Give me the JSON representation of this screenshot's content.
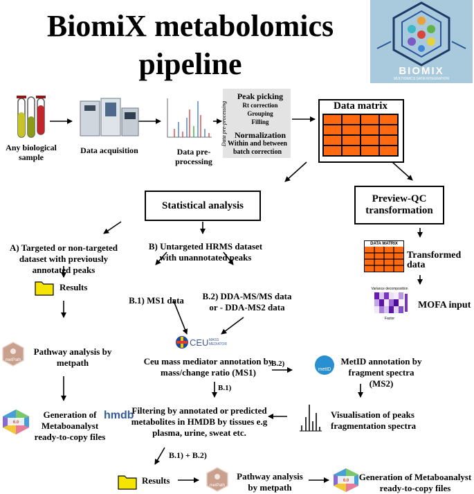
{
  "title_line1": "BiomiX metabolomics",
  "title_line2": "pipeline",
  "logo": {
    "main": "BIOMIX",
    "sub": "MULTIOMICS DATA INTEGRATION"
  },
  "steps": {
    "sample": "Any biological sample",
    "acquisition": "Data acquisition",
    "preprocessing": "Data pre-processing",
    "preproc_side": "Data pre-processing",
    "peak_picking": "Peak picking",
    "rt_correction": "Rt correction",
    "grouping": "Grouping",
    "filling": "Filling",
    "normalization": "Normalization",
    "within_between": "Within and between",
    "batch_correction": "batch correction",
    "data_matrix": "Data matrix"
  },
  "boxes": {
    "statistical": "Statistical analysis",
    "preview_qc": "Preview-QC transformation"
  },
  "right_branch": {
    "matrix_label": "DATA MATRIX",
    "transformed": "Transformed data",
    "mofa": "MOFA input",
    "heatmap_title": "Variance decomposition",
    "heatmap_xlabel": "Factor"
  },
  "branch_a": {
    "title": "A) Targeted or non-targeted dataset with previously annotated peaks",
    "results": "Results",
    "pathway": "Pathway analysis by metpath",
    "generation": "Generation of Metaboanalyst ready-to-copy files"
  },
  "branch_b": {
    "title": "B) Untargeted HRMS dataset with unannotated peaks",
    "ms1": "B.1) MS1 data",
    "dda": "B.2) DDA-MS/MS data or - DDA-MS2 data",
    "ceu_logo": "CEU",
    "ceu_logo_small": "MASS MEDIATOR",
    "ceu": "Ceu mass mediator annotation by mass/change ratio (MS1)",
    "b2_label": "B.2)",
    "b1_label": "B.1)",
    "metid_logo": "metID",
    "metid": "MetID annotation by fragment spectra (MS2)",
    "visualisation": "Visualisation of peaks fragmentation spectra",
    "hmdb_logo": "hmdb",
    "hmdb": "Filtering by annotated or predicted metabolites in HMDB by tissues e.g plasma, urine, sweat etc.",
    "b1b2_label": "B.1) + B.2)",
    "results": "Results",
    "pathway": "Pathway analysis by metpath",
    "generation": "Generation of Metaboanalyst ready-to-copy files"
  },
  "metpath_logo": "metPath",
  "metaboanalyst_logo": "MetaboAnalyst",
  "metaboanalyst_ver": "6.0"
}
